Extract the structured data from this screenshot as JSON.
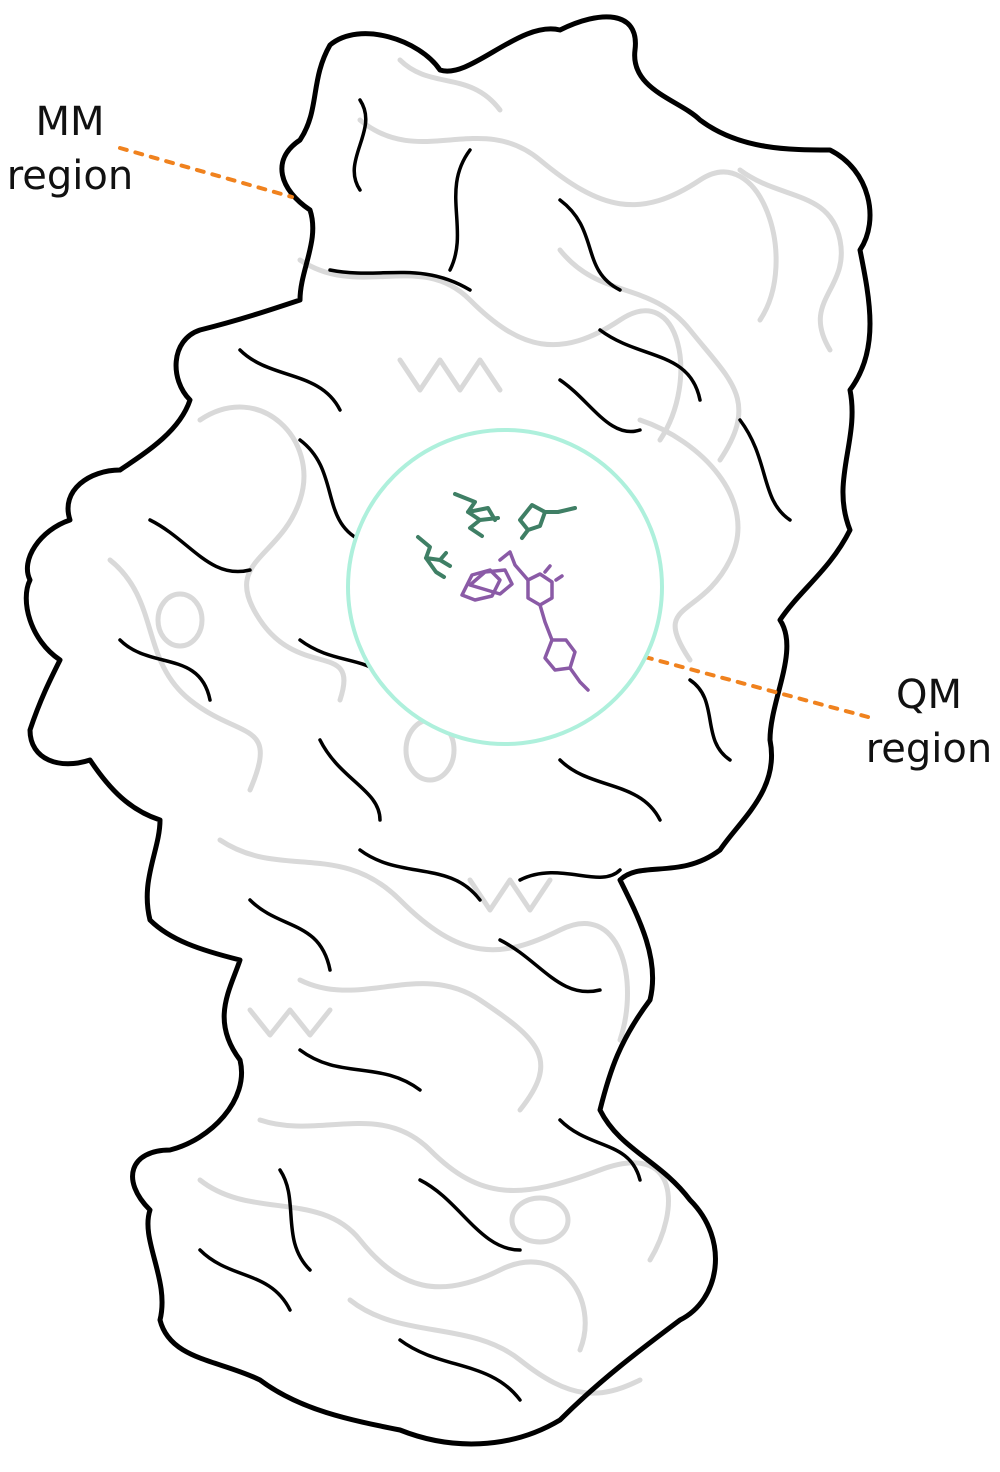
{
  "figure": {
    "labels": {
      "mm": {
        "line1": "MM",
        "line2": "region"
      },
      "qm": {
        "line1": "QM",
        "line2": "region"
      }
    },
    "colors": {
      "background": "#ffffff",
      "surface_outline": "#000000",
      "ribbon": "#d9d9d9",
      "qm_circle": "#aef0dc",
      "leader_line": "#f0821e",
      "residues": "#3f7f65",
      "ligand": "#8a5aa6"
    },
    "elements": [
      "protein-surface",
      "protein-ribbon",
      "qm-circle",
      "qm-residues",
      "qm-ligand"
    ]
  }
}
